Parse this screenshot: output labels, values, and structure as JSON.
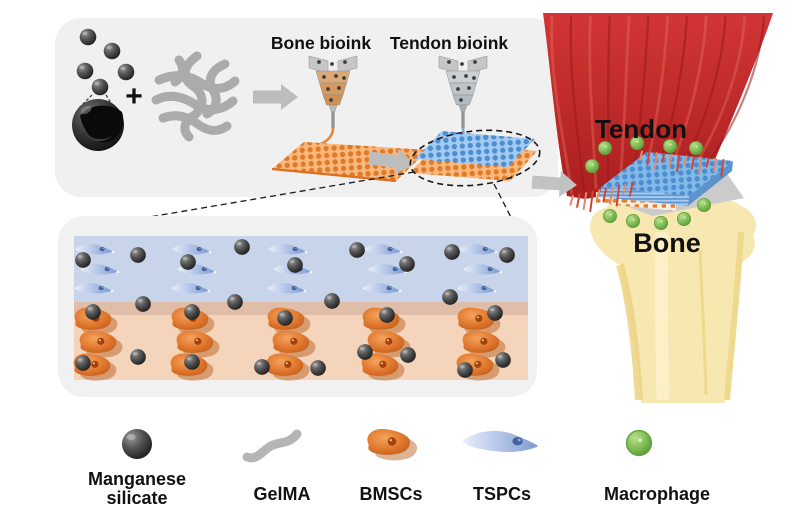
{
  "panel_top": {
    "plus_sign": "+",
    "bone_bioink_label": "Bone bioink",
    "tendon_bioink_label": "Tendon bioink"
  },
  "anatomy": {
    "tendon_label": "Tendon",
    "bone_label": "Bone"
  },
  "legend": {
    "items": [
      {
        "icon": "manganese-silicate-icon",
        "line1": "Manganese",
        "line2": "silicate"
      },
      {
        "icon": "gelma-icon",
        "label": "GelMA"
      },
      {
        "icon": "bmscs-icon",
        "label": "BMSCs"
      },
      {
        "icon": "tspcs-icon",
        "label": "TSPCs"
      },
      {
        "icon": "macrophage-icon",
        "label": "Macrophage"
      }
    ]
  },
  "colors": {
    "panel_gray": "#f0f0f0",
    "bone_ink_orange": "#e87f2e",
    "tendon_ink_blue": "#4d8ed2",
    "tendon_red": "#c12b2b",
    "bone_yellow": "#f7e7b0",
    "macrophage_green": "#7cb950",
    "manganese_dark": "#3a3a3a",
    "gelma_gray": "#ababab",
    "tspc_band_blue": "#c7d4e9",
    "bmsc_band_orange": "#f4d4ba"
  }
}
